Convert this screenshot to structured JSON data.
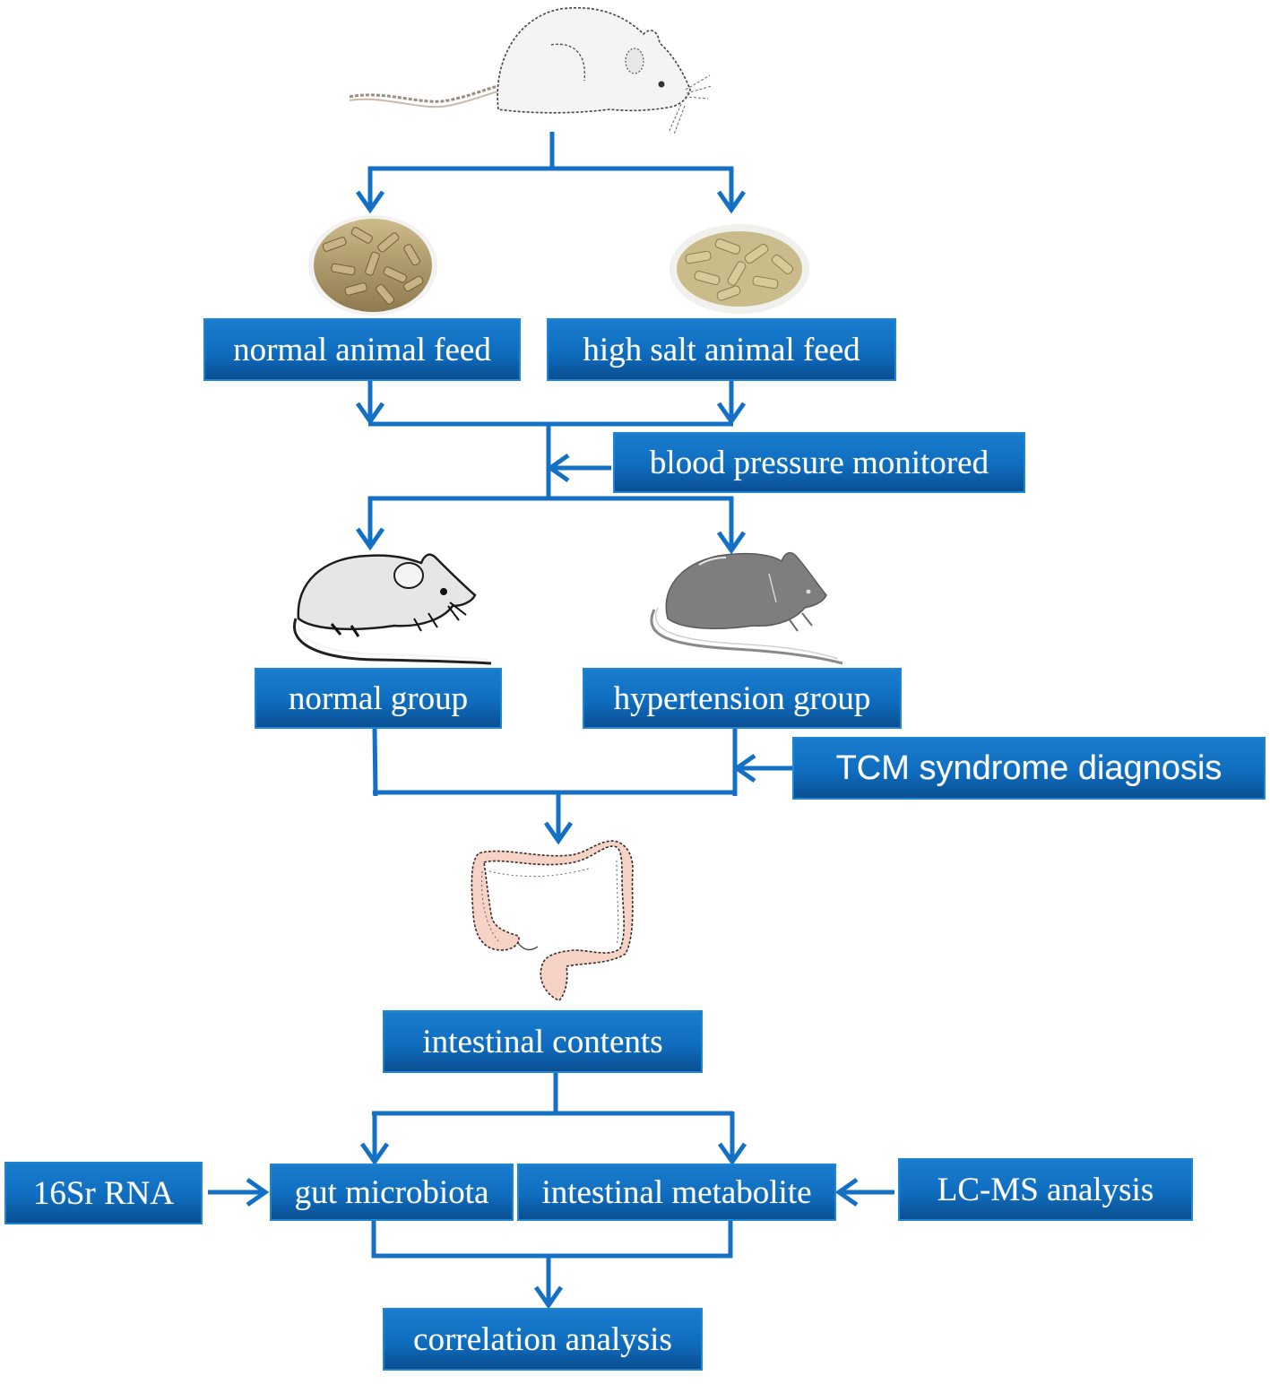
{
  "colors": {
    "flow": "#1470c4",
    "box_top": "#1a7ccd",
    "box_bottom": "#0a4f92",
    "box_text": "#ffffff",
    "intestine_fill": "#f6d3c6",
    "pellet": "#b9a676",
    "normal_mouse": "#e4e4e4",
    "hypertension_mouse": "#7f7f7f"
  },
  "illustrations": {
    "top": "white-rat-icon",
    "feed_left": "feed-pellets-icon",
    "feed_right": "feed-pellets-icon",
    "group_left": "light-mouse-icon",
    "group_right": "dark-mouse-icon",
    "organ": "intestine-icon"
  },
  "nodes": {
    "normal_feed": "normal animal feed",
    "high_salt_feed": "high salt animal feed",
    "blood_pressure": "blood pressure monitored",
    "normal_group": "normal group",
    "hypertension_group": "hypertension group",
    "tcm_diagnosis": "TCM syndrome diagnosis",
    "intestinal_contents": "intestinal contents",
    "rna": "16Sr RNA",
    "gut_microbiota": "gut microbiota",
    "intestinal_metabolite": "intestinal metabolite",
    "lcms": "LC-MS analysis",
    "correlation": "correlation analysis"
  },
  "edges": [
    {
      "from": "rat",
      "to": "normal_feed"
    },
    {
      "from": "rat",
      "to": "high_salt_feed"
    },
    {
      "from": "normal_feed",
      "to": "merge_1"
    },
    {
      "from": "high_salt_feed",
      "to": "merge_1"
    },
    {
      "from": "blood_pressure",
      "to": "merge_1"
    },
    {
      "from": "merge_1",
      "to": "normal_group"
    },
    {
      "from": "merge_1",
      "to": "hypertension_group"
    },
    {
      "from": "tcm_diagnosis",
      "to": "hypertension_group"
    },
    {
      "from": "normal_group",
      "to": "intestine"
    },
    {
      "from": "hypertension_group",
      "to": "intestine"
    },
    {
      "from": "intestinal_contents",
      "to": "gut_microbiota"
    },
    {
      "from": "intestinal_contents",
      "to": "intestinal_metabolite"
    },
    {
      "from": "rna",
      "to": "gut_microbiota"
    },
    {
      "from": "lcms",
      "to": "intestinal_metabolite"
    },
    {
      "from": "gut_microbiota",
      "to": "correlation"
    },
    {
      "from": "intestinal_metabolite",
      "to": "correlation"
    }
  ]
}
